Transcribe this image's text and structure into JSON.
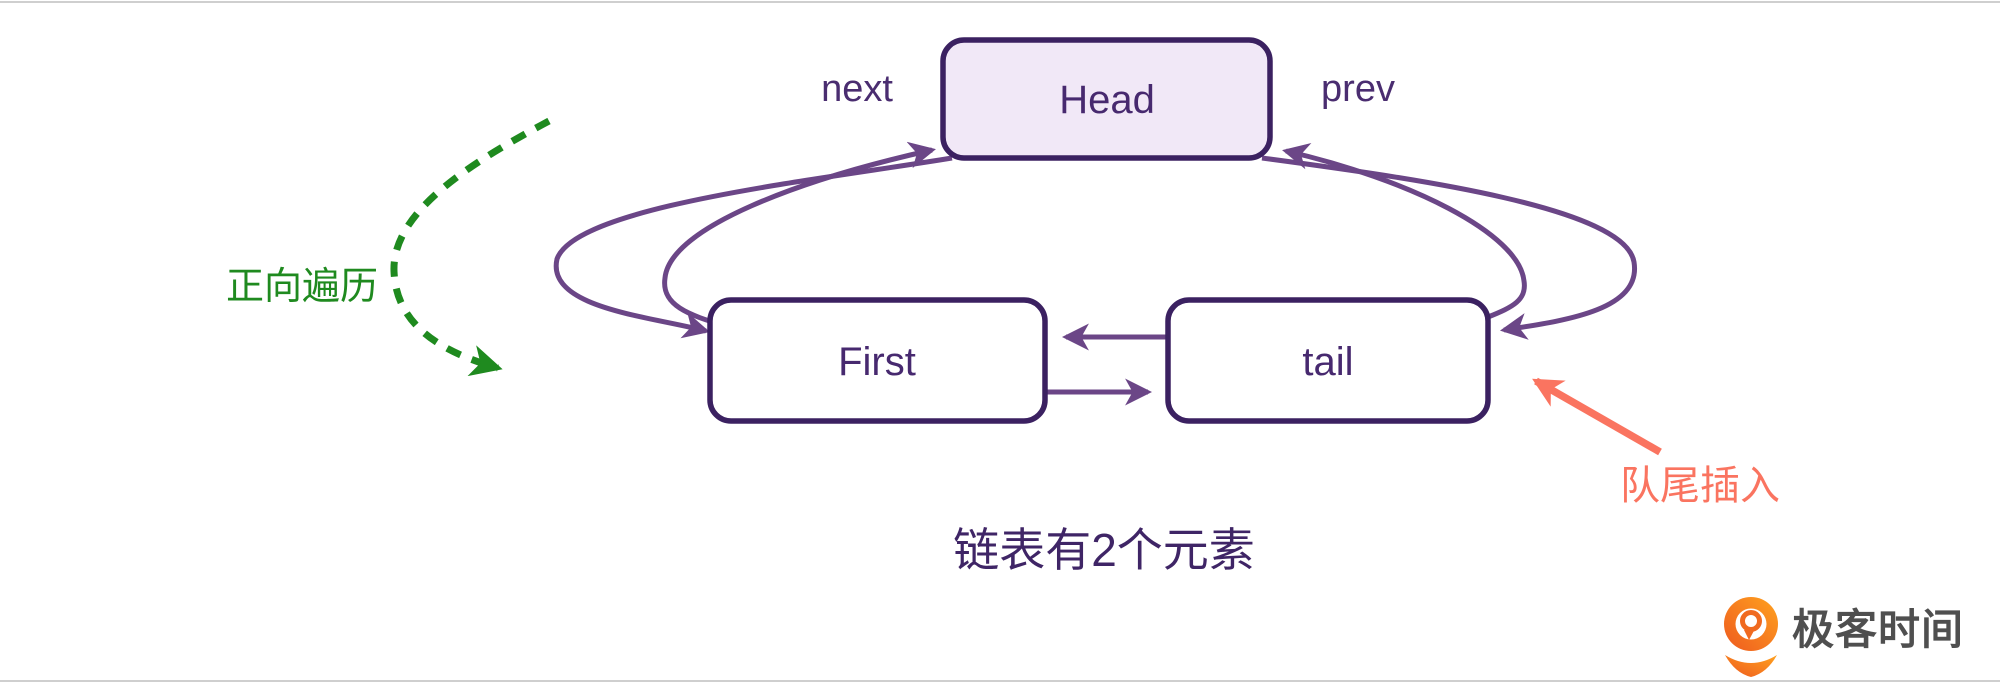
{
  "diagram": {
    "caption": "链表有2个元素",
    "nodes": {
      "head": {
        "label": "Head",
        "fill": "#f1e8f7"
      },
      "first": {
        "label": "First",
        "fill": "#ffffff"
      },
      "tail": {
        "label": "tail",
        "fill": "#ffffff"
      }
    },
    "pointer_labels": {
      "next": "next",
      "prev": "prev"
    },
    "annotations": {
      "forward_traversal": {
        "text": "正向遍历",
        "color": "#1f8a1f",
        "style": "green-dashed-curved-arrow"
      },
      "tail_insert": {
        "text": "队尾插入",
        "color": "#fa7460",
        "style": "orange-straight-arrow"
      }
    },
    "edges": [
      {
        "from": "Head",
        "to": "First",
        "side": "left",
        "shape": "curved"
      },
      {
        "from": "First",
        "to": "Head",
        "side": "left",
        "shape": "curved",
        "near_label": "next"
      },
      {
        "from": "Head",
        "to": "tail",
        "side": "right",
        "shape": "curved"
      },
      {
        "from": "tail",
        "to": "Head",
        "side": "right",
        "shape": "curved",
        "near_label": "prev"
      },
      {
        "from": "tail",
        "to": "First",
        "side": "middle",
        "shape": "straight"
      },
      {
        "from": "First",
        "to": "tail",
        "side": "middle",
        "shape": "straight"
      }
    ],
    "colors": {
      "node_border": "#3b2161",
      "node_text": "#47296f",
      "pointer_label": "#4a2d70",
      "edge": "#6b4687",
      "caption": "#3f2566"
    }
  },
  "branding": {
    "logo_text": "极客时间",
    "logo_orange": "#f26d1f",
    "logo_text_color": "#4f4f4f"
  },
  "page": {
    "frame_line_color": "#cfcfcf",
    "background": "#ffffff"
  }
}
